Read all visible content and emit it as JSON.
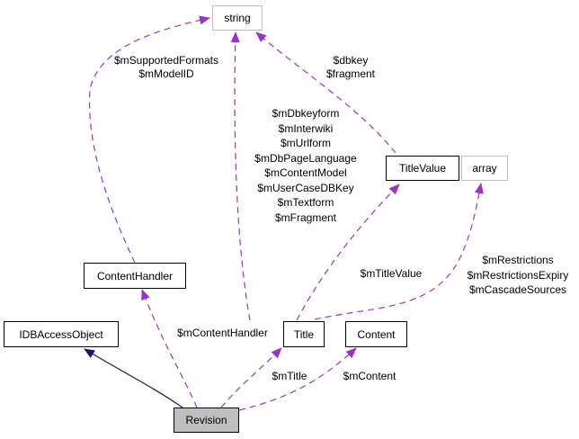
{
  "diagram": {
    "type": "doxygen-collaboration-graph",
    "colors": {
      "usage_edge": "#9a32cd",
      "inheritance_edge": "#191970",
      "focus_fill": "#bfbfbf",
      "external_border": "#bfbfbf"
    },
    "nodes": {
      "string": "string",
      "titlevalue": "TitleValue",
      "array": "array",
      "contenthandler": "ContentHandler",
      "idbaccessobject": "IDBAccessObject",
      "title": "Title",
      "content": "Content",
      "revision": "Revision"
    },
    "edges": {
      "contenthandler_string": [
        "$mSupportedFormats",
        "$mModelID"
      ],
      "titlevalue_string": [
        "$dbkey",
        "$fragment"
      ],
      "title_string": [
        "$mDbkeyform",
        "$mInterwiki",
        "$mUrlform",
        "$mDbPageLanguage",
        "$mContentModel",
        "$mUserCaseDBKey",
        "$mTextform",
        "$mFragment"
      ],
      "title_titlevalue": [
        "$mTitleValue"
      ],
      "title_array": [
        "$mRestrictions",
        "$mRestrictionsExpiry",
        "$mCascadeSources"
      ],
      "revision_contenthandler": [
        "$mContentHandler"
      ],
      "revision_title": [
        "$mTitle"
      ],
      "revision_content": [
        "$mContent"
      ]
    }
  }
}
